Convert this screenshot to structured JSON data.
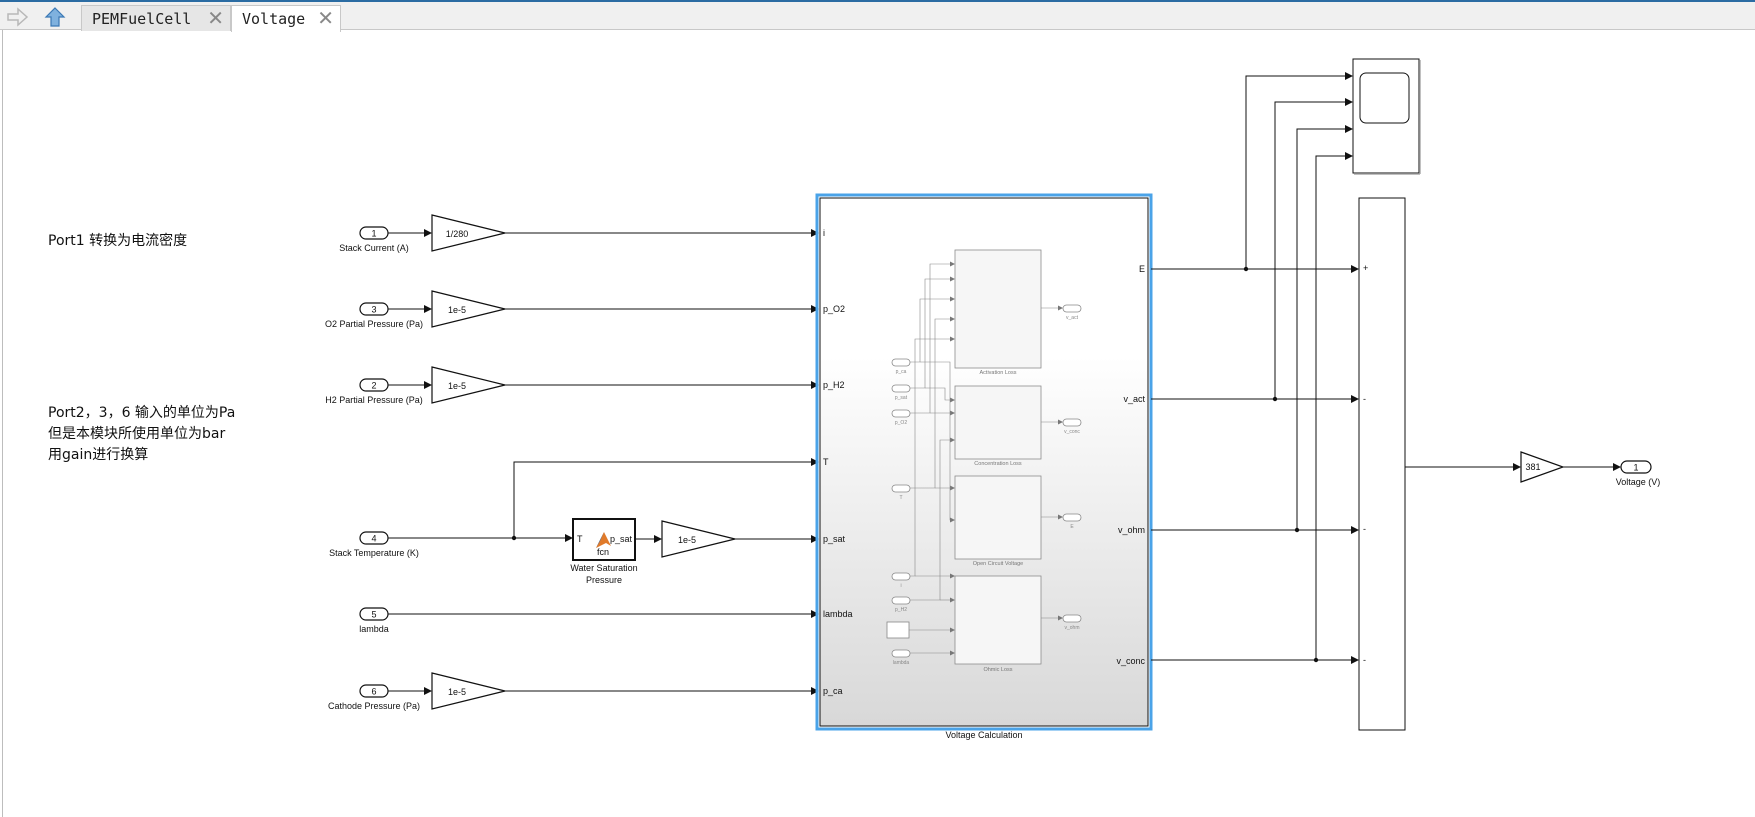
{
  "tabs": {
    "back_icon": "back-arrow-icon",
    "up_icon": "up-arrow-icon",
    "items": [
      {
        "label": "PEMFuelCell",
        "close": "✕"
      },
      {
        "label": "Voltage",
        "close": "✕"
      }
    ]
  },
  "notes": {
    "port1": "Port1 转换为电流密度",
    "port236_line1": "Port2，3，6 输入的单位为Pa",
    "port236_line2": "但是本模块所使用单位为bar",
    "port236_line3": "用gain进行换算"
  },
  "inports": [
    {
      "num": "1",
      "label": "Stack Current (A)"
    },
    {
      "num": "3",
      "label": "O2 Partial Pressure (Pa)"
    },
    {
      "num": "2",
      "label": "H2 Partial Pressure  (Pa)"
    },
    {
      "num": "4",
      "label": "Stack Temperature (K)"
    },
    {
      "num": "5",
      "label": "lambda"
    },
    {
      "num": "6",
      "label": "Cathode Pressure (Pa)"
    }
  ],
  "gains": {
    "current": "1/280",
    "o2": "1e-5",
    "h2": "1e-5",
    "psat": "1e-5",
    "pca": "1e-5",
    "output": "381"
  },
  "fcn_block": {
    "in_port": "T",
    "out_port": "p_sat",
    "body": "fcn",
    "label_line1": "Water Saturation",
    "label_line2": "Pressure"
  },
  "subsystem": {
    "label": "Voltage Calculation",
    "inputs": [
      "i",
      "p_O2",
      "p_H2",
      "T",
      "p_sat",
      "lambda",
      "p_ca"
    ],
    "outputs": [
      "E",
      "v_act",
      "v_ohm",
      "v_conc"
    ],
    "inner": {
      "blocks": [
        "Activation Loss",
        "Concentration Loss",
        "Open Circuit Voltage",
        "Ohmic Loss"
      ],
      "in_ports": [
        "p_ca",
        "p_sat",
        "p_O2",
        "T",
        "i",
        "p_H2",
        "lambda"
      ],
      "out_ports": [
        "v_act",
        "v_conc",
        "E",
        "v_ohm"
      ]
    }
  },
  "sum_signs": [
    "+",
    "-",
    "-",
    "-"
  ],
  "outport": {
    "num": "1",
    "label": "Voltage (V)"
  }
}
